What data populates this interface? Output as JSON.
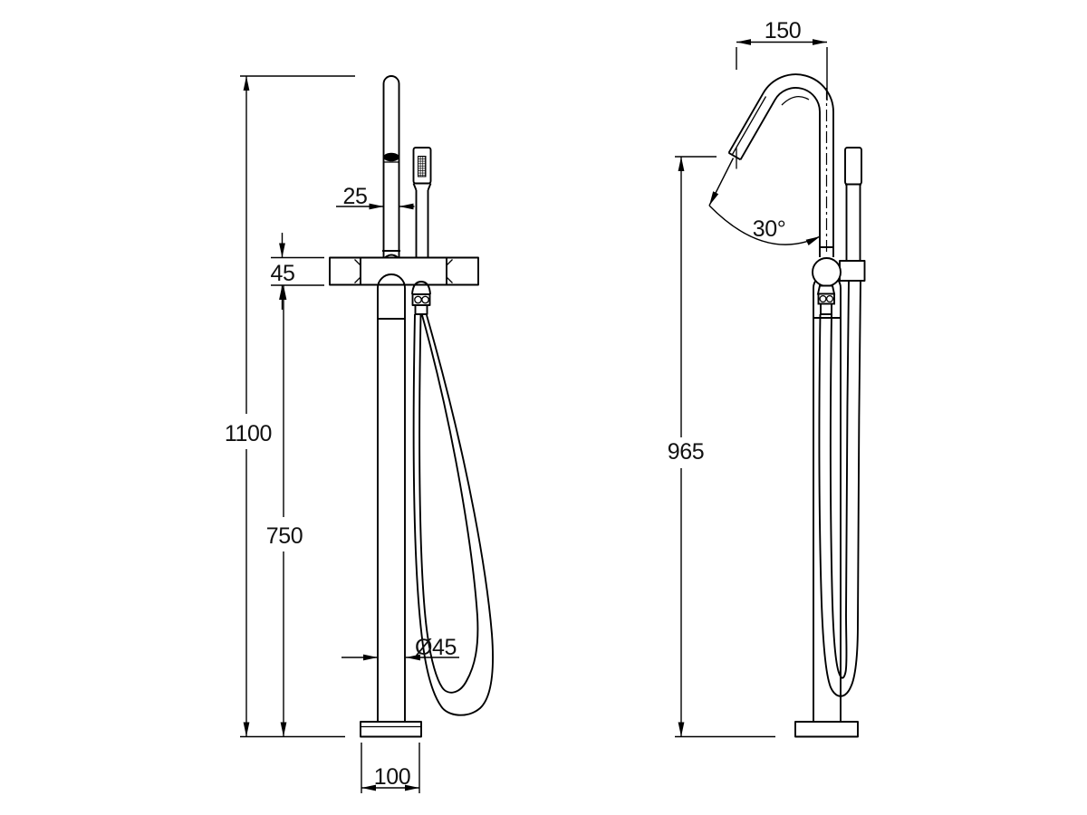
{
  "front_view": {
    "dims": {
      "pipe_diameter": "25",
      "body_height": "45",
      "overall_height": "1100",
      "height_to_body": "750",
      "column_diameter": "Ø45",
      "base_width": "100"
    }
  },
  "side_view": {
    "dims": {
      "spout_reach": "150",
      "spout_angle": "30°",
      "outlet_height": "965"
    }
  },
  "colors": {
    "line": "#000000",
    "text": "#111111",
    "background": "#ffffff"
  }
}
